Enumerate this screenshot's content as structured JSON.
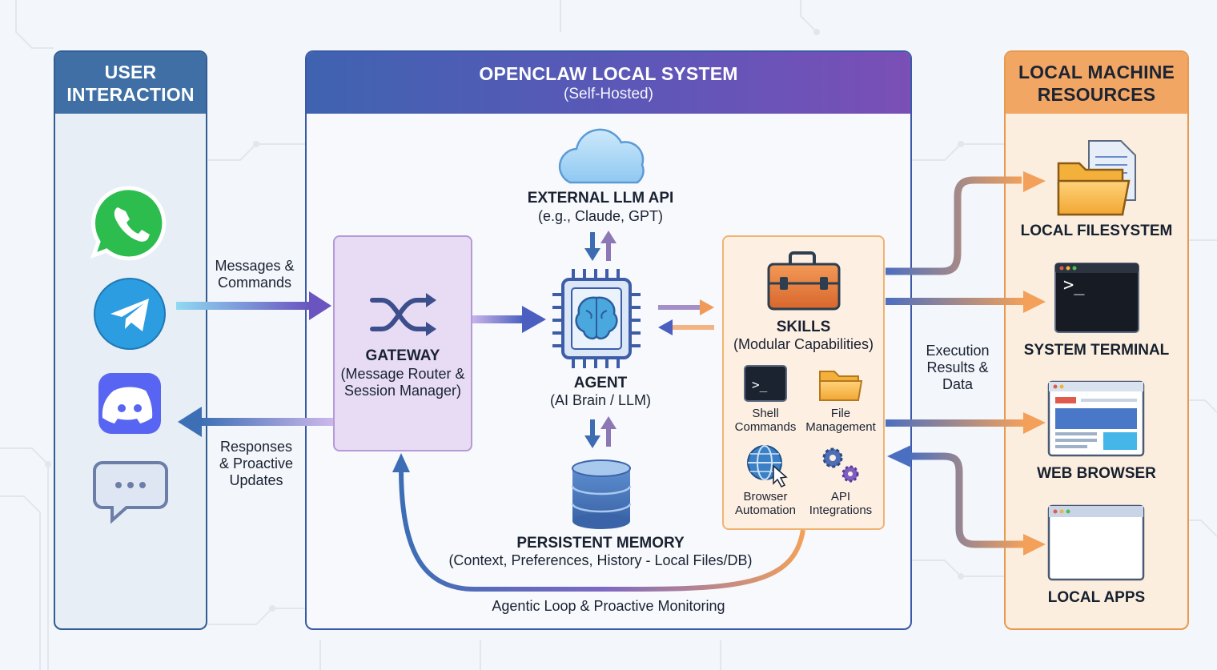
{
  "panels": {
    "user": {
      "title_line1": "USER",
      "title_line2": "INTERACTION"
    },
    "system": {
      "title": "OPENCLAW LOCAL SYSTEM",
      "subtitle": "(Self-Hosted)"
    },
    "resources": {
      "title_line1": "LOCAL MACHINE",
      "title_line2": "RESOURCES"
    }
  },
  "channels": [
    {
      "name": "WhatsApp",
      "icon": "whatsapp-icon",
      "color": "#2dbd4f"
    },
    {
      "name": "Telegram",
      "icon": "telegram-icon",
      "color": "#2c9de0"
    },
    {
      "name": "Discord",
      "icon": "discord-icon",
      "color": "#5865f2"
    },
    {
      "name": "Chat",
      "icon": "chat-bubble-icon",
      "color": "#6c7ea8"
    }
  ],
  "flows": {
    "inbound_line1": "Messages &",
    "inbound_line2": "Commands",
    "outbound_line1": "Responses",
    "outbound_line2": "& Proactive",
    "outbound_line3": "Updates",
    "execution_line1": "Execution",
    "execution_line2": "Results &",
    "execution_line3": "Data",
    "loop": "Agentic Loop & Proactive Monitoring"
  },
  "gateway": {
    "title": "GATEWAY",
    "desc_line1": "(Message Router &",
    "desc_line2": "Session Manager)"
  },
  "llm": {
    "title": "EXTERNAL LLM API",
    "desc": "(e.g., Claude, GPT)"
  },
  "agent": {
    "title": "AGENT",
    "desc": "(AI Brain / LLM)"
  },
  "memory": {
    "title": "PERSISTENT MEMORY",
    "desc": "(Context, Preferences, History - Local Files/DB)"
  },
  "skills": {
    "title": "SKILLS",
    "desc": "(Modular Capabilities)",
    "items": [
      {
        "line1": "Shell",
        "line2": "Commands",
        "icon": "terminal-icon"
      },
      {
        "line1": "File",
        "line2": "Management",
        "icon": "folder-icon"
      },
      {
        "line1": "Browser",
        "line2": "Automation",
        "icon": "globe-cursor-icon"
      },
      {
        "line1": "API",
        "line2": "Integrations",
        "icon": "gears-icon"
      }
    ]
  },
  "resources": [
    {
      "label": "LOCAL FILESYSTEM",
      "icon": "folder-documents-icon"
    },
    {
      "label": "SYSTEM TERMINAL",
      "icon": "terminal-window-icon"
    },
    {
      "label": "WEB BROWSER",
      "icon": "browser-window-icon"
    },
    {
      "label": "LOCAL APPS",
      "icon": "app-window-icon"
    }
  ],
  "terminal_prompt": ">_",
  "colors": {
    "user_header": "#3f6fa5",
    "system_header_start": "#3f63b0",
    "system_header_end": "#7a4fb6",
    "resources_header": "#f2a663",
    "gateway_fill": "#e7dcf4",
    "skills_fill": "#fdf0e2"
  }
}
